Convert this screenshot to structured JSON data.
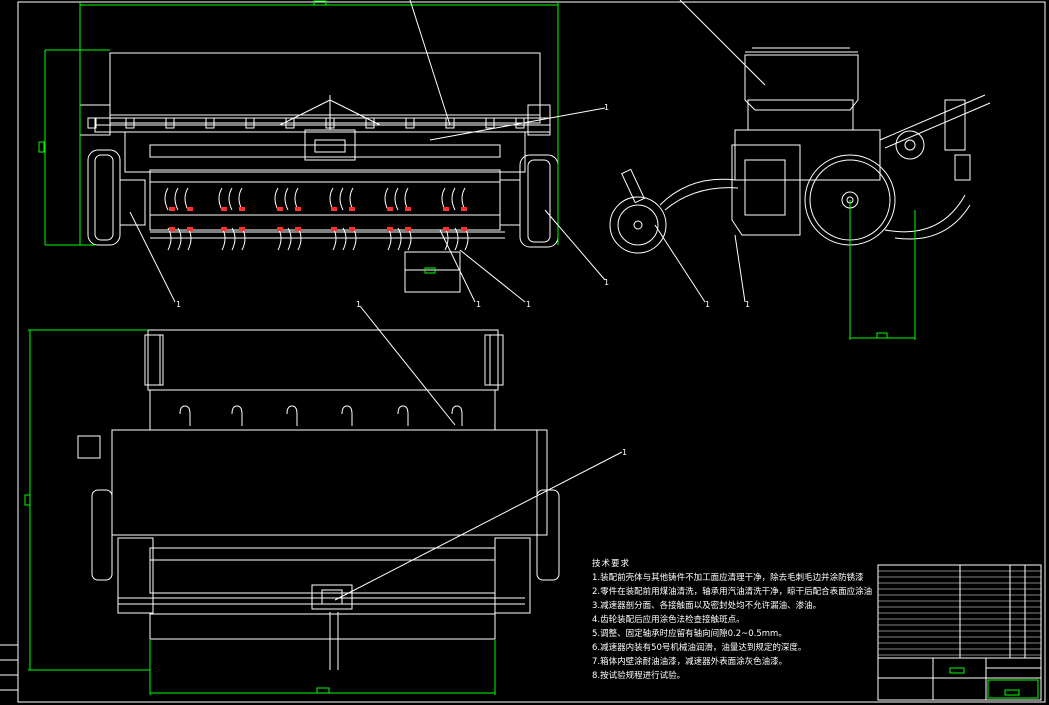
{
  "drawing": {
    "background_color": "#000000",
    "line_color": "#ffffff",
    "dimension_color": "#00ff00",
    "view_labels": {
      "front_callout_a": "1",
      "front_callout_b": "1",
      "front_callout_c": "1",
      "front_callout_d": "1",
      "front_callout_e": "1",
      "side_callout_a": "1",
      "side_callout_b": "1",
      "top_callout_a": "1",
      "top_callout_b": "1"
    }
  },
  "technical_requirements": {
    "title": "技术要求",
    "items": [
      "1.装配前壳体与其他铸件不加工面应清理干净，除去毛刺毛边并涂防锈漆",
      "2.零件在装配前用煤油清洗，轴承用汽油清洗干净，晾干后配合表面应涂油",
      "3.减速器剖分面、各接触面以及密封处均不允许漏油、渗油。",
      "4.齿轮装配后应用涂色法检查接触斑点。",
      "5.调整、固定轴承时应留有轴向间隙0.2~0.5mm。",
      "6.减速器内装有50号机械油润滑，油量达到规定的深度。",
      "7.箱体内壁涂耐油油漆，减速器外表面涂灰色油漆。",
      "8.按试验规程进行试验。"
    ]
  }
}
